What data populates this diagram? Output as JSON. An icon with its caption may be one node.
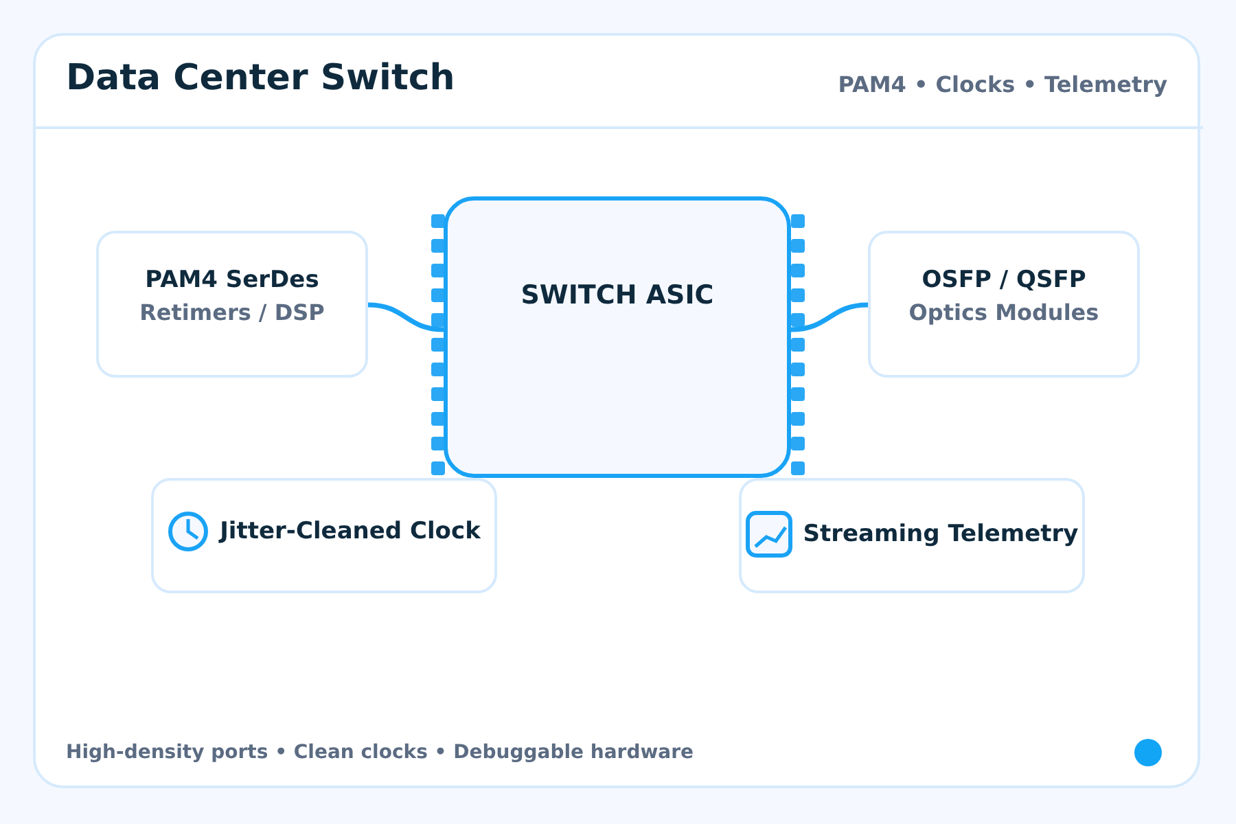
{
  "diagram": {
    "title": "Data Center Switch",
    "nodes": [
      {
        "text": [
          "PAM4 SerDes",
          "Retimers / DSP"
        ]
      },
      {
        "text": [
          "SWITCH ASIC"
        ]
      },
      {
        "text": [
          "OSFP / QSFP",
          "Optics Modules"
        ]
      },
      {
        "text": [
          "Jitter-Cleaned Clock"
        ]
      },
      {
        "text": [
          "Streaming Telemetry"
        ]
      }
    ],
    "edges": [
      {
        "from": 0,
        "to": 1,
        "arrow": "none"
      },
      {
        "from": 2,
        "to": 1,
        "arrow": "none"
      }
    ],
    "labels": [
      "PAM4 • Clocks • Telemetry",
      "High-density ports • Clean clocks • Debuggable hardware"
    ]
  }
}
